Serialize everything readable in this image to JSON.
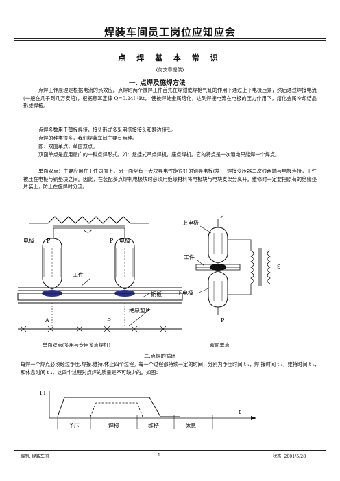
{
  "header": {
    "title": "焊装车间员工岗位应知应会"
  },
  "doc": {
    "title": "点 焊 基 本 常 识",
    "author": "(何文章提供)",
    "section1": "一.  点焊及施焊方法",
    "paragraphs": [
      "点焊工作原理是根据电流的热效应。点焊时两个被焊工件首先在焊钳或焊枪气缸的作用下通过上下电极压紧，然后通过焊接电流(一般在几千到几万安培)，根据焦耳定律 Q=0.24I ²Rt， 使被焊处金属熔化，达到焊接电流在电极的压力作用下，熔化金属冷却结晶形成焊核。",
      "点焊多数用于薄板焊接，接头形式多采用搭接接头和翻边接头。",
      "点焊的种类很多，我们焊装车间主要有两种。",
      "即：双面单点，单面双点。",
      "双面单点是应用最广的一种点焊形式。如：悬挂式吊点焊机，座点焊机。它的特点是一次通电只能焊一个焊点。",
      "单面双点：主要应用在工件同面上，另一面垫有一大块导电性能很好的铜导电板(块)，焊接变压器二次线两端与电极连接，工件被压在电极与铜垫块之间。因此，在装配多点焊机电极块时必须用绝缘材料将电极块与电块支架分离开。维修时一定要把原有的绝缘垫片装上，防止在施焊时分流。"
    ],
    "section2": "二.点焊的循环",
    "para_cycle": "每焊一个焊点必须经过予压.焊接.维持.休止四个过程。每一个过程都持续一定的时间，分别为予压时间 t ₁，焊  接时间 t ₂，维持时间 t ₃，和休息时间 t ₄，这四个过程对点焊的质量是不可缺少的。如图："
  },
  "fig_left": {
    "electrode_left": "电极",
    "p_left": "P",
    "p_right": "P",
    "electrode_right": "电极",
    "workpiece": "工件",
    "copper_plate": "铜板",
    "insulator": "绝缘垫片",
    "point_a": "A",
    "point_b": "B",
    "caption": "单面双点(多用与专用多点焊机)"
  },
  "fig_right": {
    "p_top": "P",
    "upper_electrode": "上电极",
    "workpiece": "工件",
    "s_label": "S",
    "lower_electrode": "下电极",
    "p_bottom": "P",
    "caption": "双面单点"
  },
  "cycle_chart": {
    "y_label": "PI",
    "x_label": "t",
    "phases": [
      "予压",
      "焊接",
      "维持",
      "休息"
    ]
  },
  "footer": {
    "left": "编制:  焊装车间",
    "page": "1",
    "right": "状态: 2001/5/28"
  }
}
